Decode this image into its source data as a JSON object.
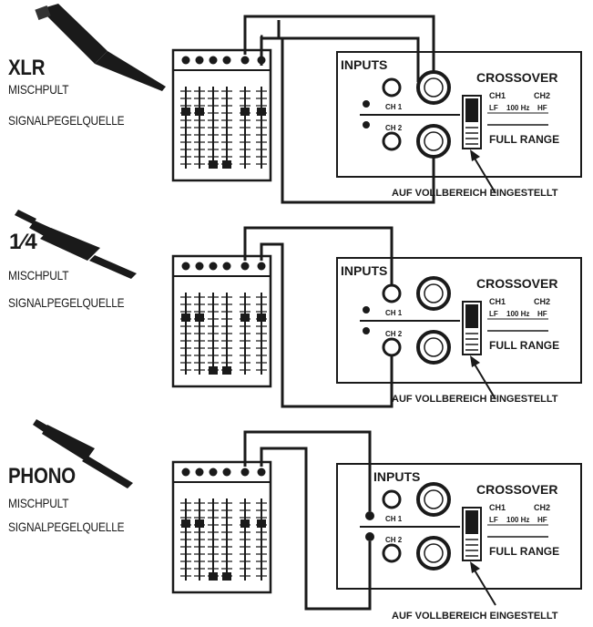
{
  "sections": [
    {
      "connector_type": "XLR",
      "mixer_label": "MISCHPULT",
      "source_label": "SIGNALPEGELQUELLE",
      "note": "AUF VOLLBEREICH EINGESTELLT",
      "connector_icon": "xlr-plug-icon"
    },
    {
      "connector_type": "1⁄4",
      "mixer_label": "MISCHPULT",
      "source_label": "SIGNALPEGELQUELLE",
      "note": "AUF VOLLBEREICH EINGESTELLT",
      "connector_icon": "quarter-inch-plug-icon"
    },
    {
      "connector_type": "PHONO",
      "mixer_label": "MISCHPULT",
      "source_label": "SIGNALPEGELQUELLE",
      "note": "AUF VOLLBEREICH EINGESTELLT",
      "connector_icon": "rca-phono-plug-icon"
    }
  ],
  "panel": {
    "inputs_label": "INPUTS",
    "ch1_label": "CH 1",
    "ch2_label": "CH 2",
    "crossover_label": "CROSSOVER",
    "crossover_ch1": "CH1",
    "crossover_ch2": "CH2",
    "crossover_lf": "LF",
    "crossover_hf": "HF",
    "crossover_freq": "100 Hz",
    "full_range_label": "FULL RANGE"
  }
}
